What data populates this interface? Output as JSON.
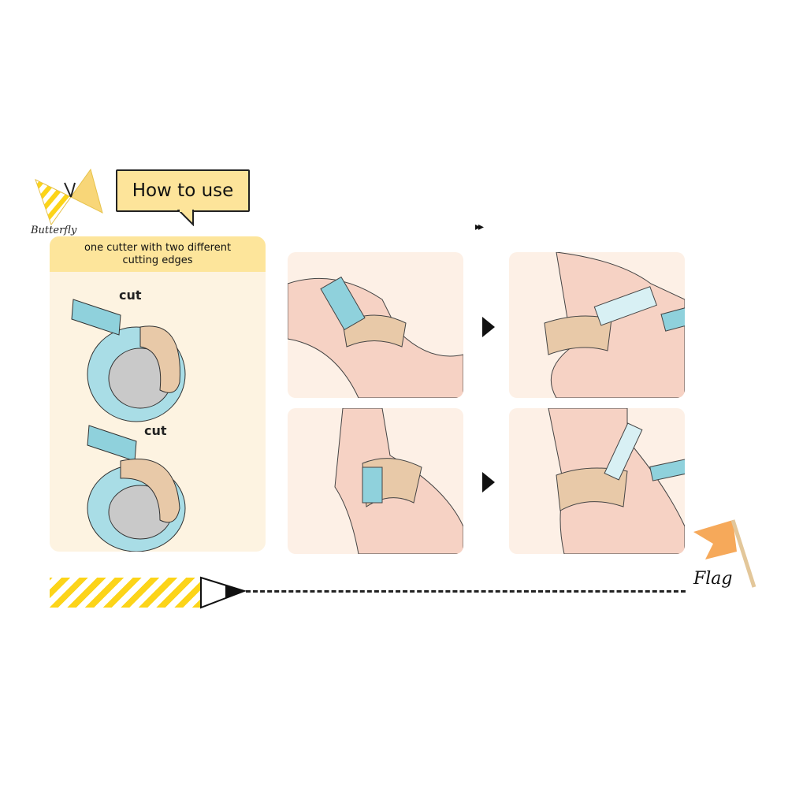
{
  "brand": {
    "logo_text": "Butterfly"
  },
  "title": "How to use",
  "left_panel": {
    "header": "one cutter with two different cutting edges",
    "cut_labels": [
      "cut",
      "cut"
    ]
  },
  "next_indicator": "▸▸",
  "steps": [
    {
      "name": "step-1"
    },
    {
      "name": "step-2"
    },
    {
      "name": "step-3"
    },
    {
      "name": "step-4"
    }
  ],
  "flag_label": "Flag",
  "colors": {
    "yellow": "#fde49a",
    "tape_blue": "#8fd1dc",
    "panel": "#fdf3e1",
    "skin": "#f6d2c4",
    "cutter": "#e8c9a8",
    "flag": "#f6a95a"
  }
}
